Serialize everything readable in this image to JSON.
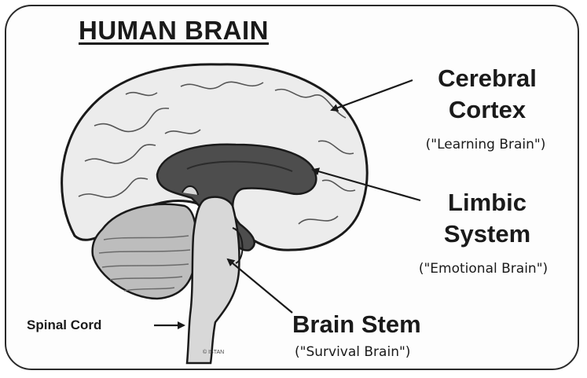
{
  "title": "HUMAN BRAIN",
  "labels": {
    "cerebral_cortex_line1": "Cerebral",
    "cerebral_cortex_line2": "Cortex",
    "cerebral_cortex_sub": "(\"Learning Brain\")",
    "limbic_line1": "Limbic",
    "limbic_line2": "System",
    "limbic_sub": "(\"Emotional Brain\")",
    "brain_stem": "Brain Stem",
    "brain_stem_sub": "(\"Survival Brain\")",
    "spinal_cord": "Spinal Cord"
  },
  "credit": "© ISTAN",
  "colors": {
    "line": "#1a1a1a",
    "cortex_fill": "#ececec",
    "limbic_fill": "#4d4d4d",
    "stem_fill": "#d8d8d8",
    "cerebellum_fill": "#bdbdbd"
  }
}
